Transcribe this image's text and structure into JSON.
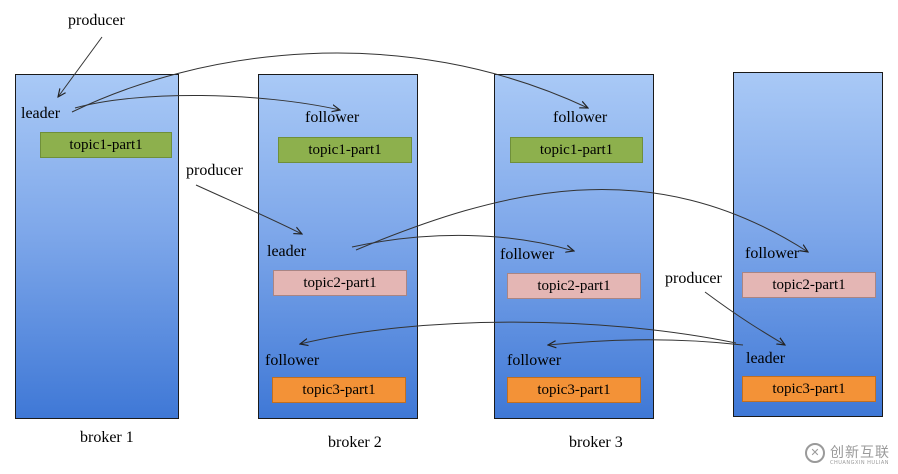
{
  "brokers": [
    {
      "name": "broker 1"
    },
    {
      "name": "broker 2"
    },
    {
      "name": "broker 3"
    },
    {
      "name": ""
    }
  ],
  "roles": {
    "producer": "producer",
    "leader": "leader",
    "follower": "follower"
  },
  "partitions": {
    "p1": "topic1-part1",
    "p2": "topic2-part1",
    "p3": "topic3-part1"
  },
  "colors": {
    "topic1": "#8db04d",
    "topic2": "#e4b6b4",
    "topic3": "#f39237",
    "broker_top": "#a9c9f6",
    "broker_bottom": "#3f78d6"
  },
  "watermark": {
    "text": "创新互联",
    "sub": "CHUANGXIN HULIAN"
  }
}
